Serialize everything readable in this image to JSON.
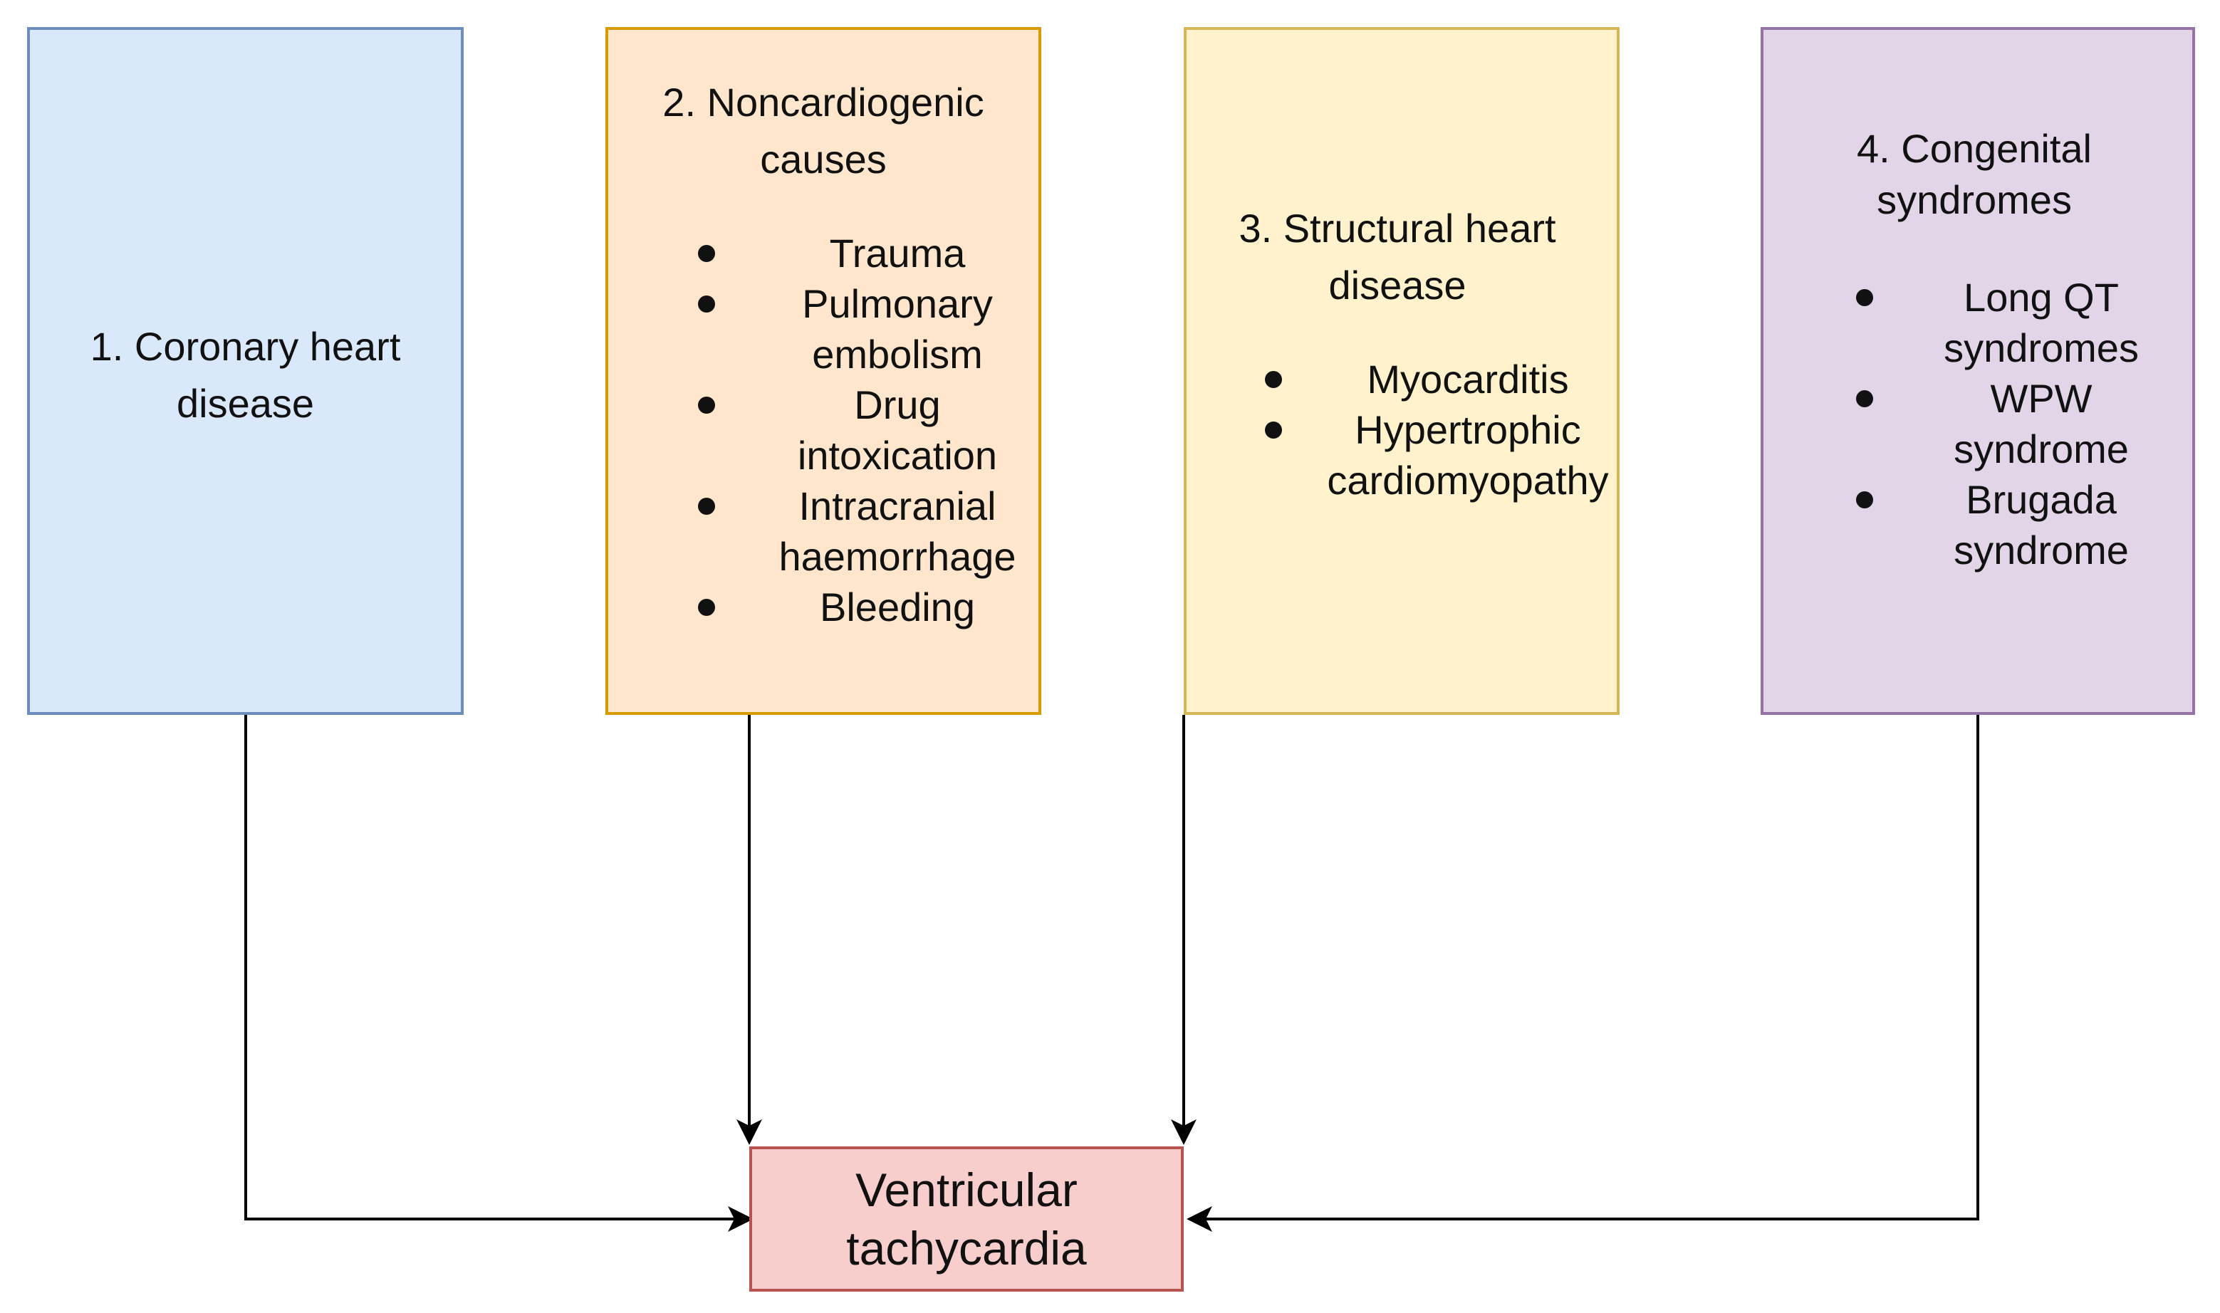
{
  "diagram": {
    "colors": {
      "coronary_fill": "#dae8fc",
      "coronary_border": "#6c8ebf",
      "noncardiogenic_fill": "#ffe6cc",
      "noncardiogenic_border": "#d79b00",
      "structural_fill": "#fff2cc",
      "structural_border": "#d6b656",
      "congenital_fill": "#e1d5e7",
      "congenital_border": "#9673a6",
      "vt_fill": "#f8cecc",
      "vt_border": "#b85450",
      "arrow": "#000000"
    },
    "boxes": {
      "coronary": {
        "title_line1": "1. Coronary heart",
        "title_line2": "disease",
        "items": []
      },
      "noncardiogenic": {
        "title_line1": "2. Noncardiogenic",
        "title_line2": "causes",
        "items": [
          {
            "line1": "Trauma"
          },
          {
            "line1": "Pulmonary",
            "line2": "embolism"
          },
          {
            "line1": "Drug",
            "line2": "intoxication"
          },
          {
            "line1": "Intracranial",
            "line2": "haemorrhage"
          },
          {
            "line1": "Bleeding"
          }
        ]
      },
      "structural": {
        "title_line1": "3. Structural heart",
        "title_line2": "disease",
        "items": [
          {
            "line1": "Myocarditis"
          },
          {
            "line1": "Hypertrophic",
            "line2": "cardiomyopathy"
          }
        ]
      },
      "congenital": {
        "title_line1": "4. Congenital",
        "title_line2": "syndromes",
        "items": [
          {
            "line1": "Long QT",
            "line2": "syndromes"
          },
          {
            "line1": "WPW",
            "line2": "syndrome"
          },
          {
            "line1": "Brugada",
            "line2": "syndrome"
          }
        ]
      }
    },
    "target": {
      "label_line1": "Ventricular",
      "label_line2": "tachycardia"
    }
  }
}
